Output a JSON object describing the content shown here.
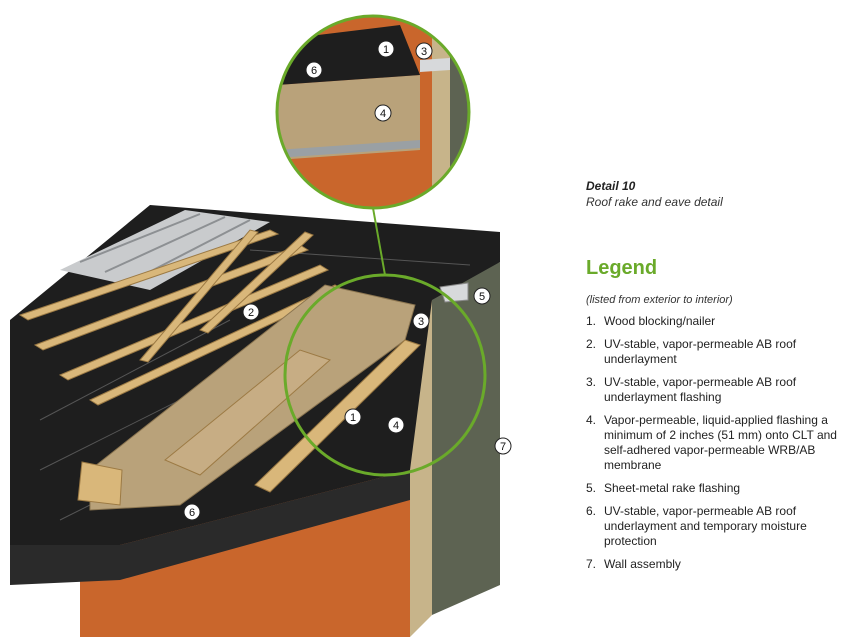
{
  "detail": {
    "title": "Detail 10",
    "subtitle": "Roof rake and eave detail"
  },
  "legend": {
    "heading": "Legend",
    "note": "(listed from exterior to interior)",
    "items": [
      {
        "num": "1.",
        "text": "Wood blocking/nailer"
      },
      {
        "num": "2.",
        "text": "UV-stable, vapor-permeable AB roof underlayment"
      },
      {
        "num": "3.",
        "text": "UV-stable, vapor-permeable AB roof underlayment flashing"
      },
      {
        "num": "4.",
        "text": "Vapor-permeable, liquid-applied flashing a minimum of 2 inches (51 mm) onto CLT and self-adhered vapor-permeable WRB/AB membrane"
      },
      {
        "num": "5.",
        "text": "Sheet-metal rake flashing"
      },
      {
        "num": "6.",
        "text": "UV-stable, vapor-permeable AB roof underlayment and temporary moisture protection"
      },
      {
        "num": "7.",
        "text": "Wall assembly"
      }
    ]
  },
  "callouts": {
    "c1": "1",
    "c2": "2",
    "c3": "3",
    "c4": "4",
    "c5": "5",
    "c6": "6",
    "c7": "7"
  },
  "colors": {
    "accent": "#6aaa2a",
    "membrane": "#1e1e1e",
    "wall_membrane": "#c9662c",
    "osb": "#c7b48a",
    "wood": "#d9b77a",
    "metal": "#c9cbcd",
    "wall_edge": "#5d6352"
  }
}
